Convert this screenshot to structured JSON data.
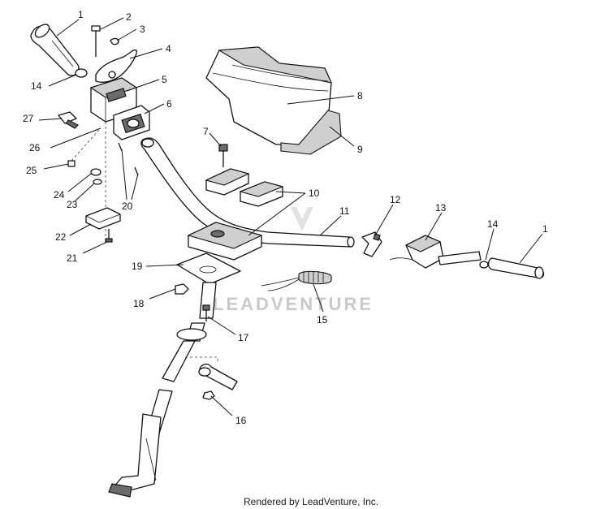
{
  "watermark": "LEADVENTURE",
  "footer": "Rendered by LeadVenture, Inc.",
  "callouts": {
    "c1a": "1",
    "c2": "2",
    "c3": "3",
    "c4": "4",
    "c5": "5",
    "c6": "6",
    "c7": "7",
    "c8": "8",
    "c9": "9",
    "c10": "10",
    "c11": "11",
    "c12": "12",
    "c13": "13",
    "c14a": "14",
    "c14b": "14",
    "c1b": "1",
    "c15": "15",
    "c16": "16",
    "c17": "17",
    "c18": "18",
    "c19": "19",
    "c20": "20",
    "c21": "21",
    "c22": "22",
    "c23": "23",
    "c24": "24",
    "c25": "25",
    "c26": "26",
    "c27": "27"
  }
}
